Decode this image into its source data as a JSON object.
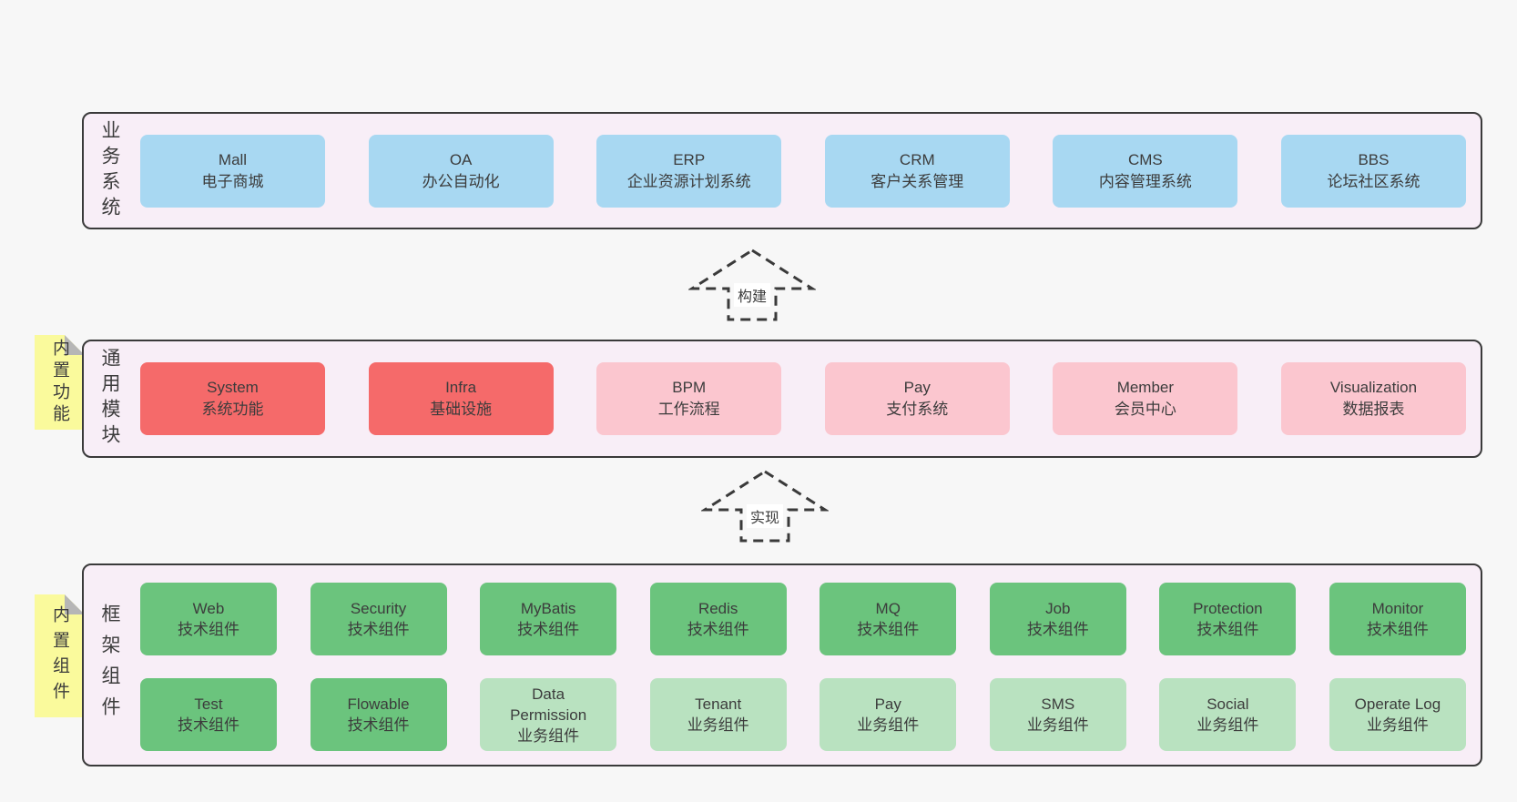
{
  "colors": {
    "background": "#f7f7f7",
    "container_fill": "#f8eef7",
    "container_border": "#3a3a3a",
    "text": "#3c3c3c",
    "blue": "#a8d8f2",
    "red": "#f56a6a",
    "pink": "#fbc6cf",
    "green": "#6bc47d",
    "light_green": "#b9e2c0",
    "yellow_note": "#fafa9c",
    "fold_gray": "#b6b6b6"
  },
  "business_layer": {
    "label": "业务系统",
    "boxes": [
      {
        "name": "Mall",
        "desc": "电子商城",
        "variant": "blue"
      },
      {
        "name": "OA",
        "desc": "办公自动化",
        "variant": "blue"
      },
      {
        "name": "ERP",
        "desc": "企业资源计划系统",
        "variant": "blue"
      },
      {
        "name": "CRM",
        "desc": "客户关系管理",
        "variant": "blue"
      },
      {
        "name": "CMS",
        "desc": "内容管理系统",
        "variant": "blue"
      },
      {
        "name": "BBS",
        "desc": "论坛社区系统",
        "variant": "blue"
      }
    ]
  },
  "build_arrow": {
    "label": "构建"
  },
  "module_layer": {
    "label": "通用模块",
    "note": "内置功能",
    "boxes": [
      {
        "name": "System",
        "desc": "系统功能",
        "variant": "red"
      },
      {
        "name": "Infra",
        "desc": "基础设施",
        "variant": "red"
      },
      {
        "name": "BPM",
        "desc": "工作流程",
        "variant": "pink"
      },
      {
        "name": "Pay",
        "desc": "支付系统",
        "variant": "pink"
      },
      {
        "name": "Member",
        "desc": "会员中心",
        "variant": "pink"
      },
      {
        "name": "Visualization",
        "desc": "数据报表",
        "variant": "pink"
      }
    ]
  },
  "implement_arrow": {
    "label": "实现"
  },
  "component_layer": {
    "label": "框架组件",
    "note": "内置组件",
    "row1": [
      {
        "name": "Web",
        "desc": "技术组件",
        "variant": "green"
      },
      {
        "name": "Security",
        "desc": "技术组件",
        "variant": "green"
      },
      {
        "name": "MyBatis",
        "desc": "技术组件",
        "variant": "green"
      },
      {
        "name": "Redis",
        "desc": "技术组件",
        "variant": "green"
      },
      {
        "name": "MQ",
        "desc": "技术组件",
        "variant": "green"
      },
      {
        "name": "Job",
        "desc": "技术组件",
        "variant": "green"
      },
      {
        "name": "Protection",
        "desc": "技术组件",
        "variant": "green"
      },
      {
        "name": "Monitor",
        "desc": "技术组件",
        "variant": "green"
      }
    ],
    "row2": [
      {
        "name": "Test",
        "desc": "技术组件",
        "variant": "green"
      },
      {
        "name": "Flowable",
        "desc": "技术组件",
        "variant": "green"
      },
      {
        "name": "Data Permission",
        "desc": "业务组件",
        "variant": "light-green"
      },
      {
        "name": "Tenant",
        "desc": "业务组件",
        "variant": "light-green"
      },
      {
        "name": "Pay",
        "desc": "业务组件",
        "variant": "light-green"
      },
      {
        "name": "SMS",
        "desc": "业务组件",
        "variant": "light-green"
      },
      {
        "name": "Social",
        "desc": "业务组件",
        "variant": "light-green"
      },
      {
        "name": "Operate Log",
        "desc": "业务组件",
        "variant": "light-green"
      }
    ]
  }
}
